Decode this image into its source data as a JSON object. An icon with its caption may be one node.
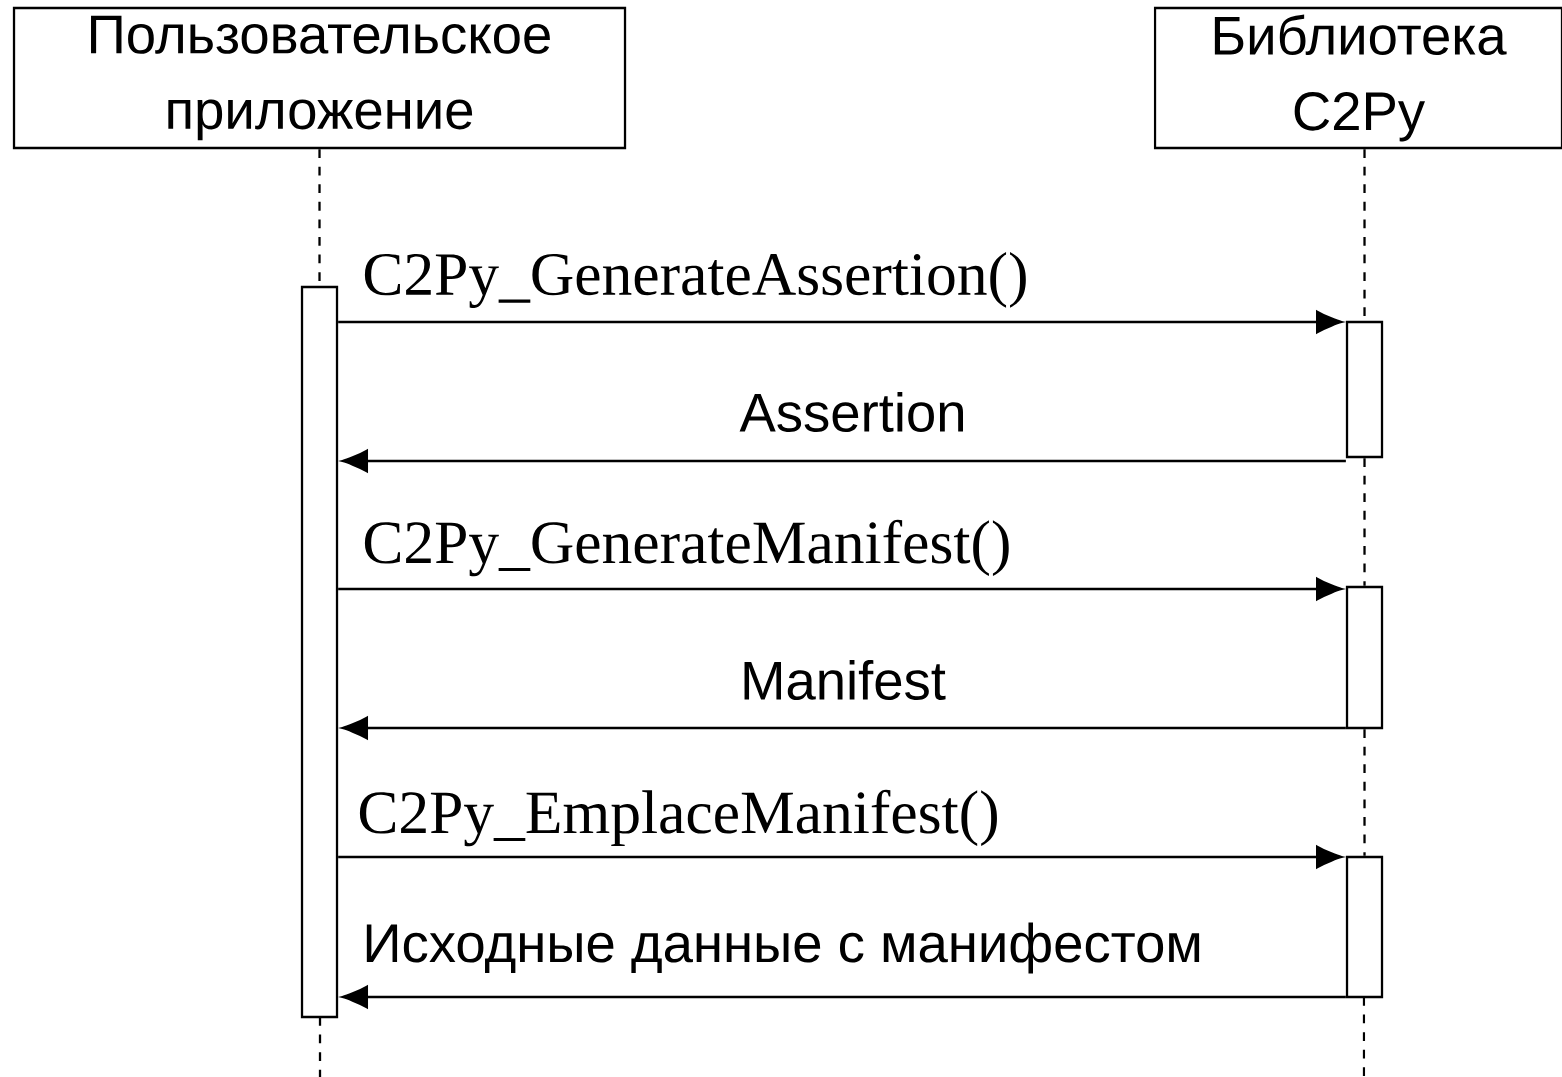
{
  "diagram": {
    "nodes": [
      {
        "text": [
          "Пользовательское приложение"
        ]
      },
      {
        "text": [
          "Библиотека C2Py"
        ]
      },
      {
        "text": [],
        "shape": "bar"
      },
      {
        "text": [],
        "shape": "bar"
      },
      {
        "text": [],
        "shape": "bar"
      },
      {
        "text": [],
        "shape": "bar"
      }
    ],
    "edges": [
      {
        "from": 0,
        "to": 2,
        "arrow": "none",
        "style": "dashed"
      },
      {
        "from": 1,
        "to": 3,
        "arrow": "none",
        "style": "dashed"
      },
      {
        "from": 3,
        "to": 4,
        "arrow": "none",
        "style": "dashed"
      },
      {
        "from": 4,
        "to": 5,
        "arrow": "none",
        "style": "dashed"
      },
      {
        "from": 2,
        "to": 3,
        "arrow": "to",
        "label": "C2Py_GenerateAssertion()"
      },
      {
        "from": 3,
        "to": 2,
        "arrow": "to",
        "label": "Assertion"
      },
      {
        "from": 2,
        "to": 4,
        "arrow": "to",
        "label": "C2Py_GenerateManifest()"
      },
      {
        "from": 4,
        "to": 2,
        "arrow": "to",
        "label": "Manifest"
      },
      {
        "from": 2,
        "to": 5,
        "arrow": "to",
        "label": "C2Py_EmplaceManifest()"
      },
      {
        "from": 5,
        "to": 2,
        "arrow": "to",
        "label": "Исходные данные с манифестом"
      }
    ]
  }
}
